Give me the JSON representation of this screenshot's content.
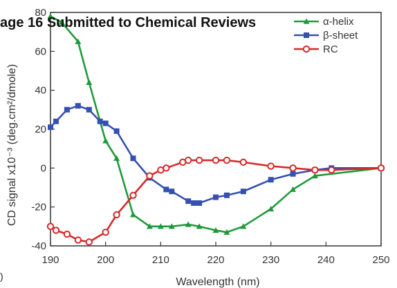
{
  "page_header": "age 16 Submitted to Chemical Reviews",
  "page_fragment": ")",
  "chart_data": {
    "type": "line",
    "xlabel": "Wavelength (nm)",
    "ylabel": "CD signal x10⁻³ (deg.cm²/dmole)",
    "xlim": [
      190,
      250
    ],
    "ylim": [
      -40,
      80
    ],
    "xticks": [
      190,
      200,
      210,
      220,
      230,
      240,
      250
    ],
    "yticks": [
      -40,
      -20,
      0,
      20,
      40,
      60,
      80
    ],
    "grid": false,
    "legend_position": "top-right",
    "series": [
      {
        "name": "α-helix",
        "color": "#1f9a3a",
        "marker": "triangle",
        "x": [
          190,
          192,
          195,
          197,
          200,
          202,
          205,
          208,
          210,
          212,
          215,
          217,
          220,
          222,
          225,
          230,
          234,
          238,
          250
        ],
        "y": [
          78,
          75,
          65,
          44,
          14,
          5,
          -24,
          -30,
          -30,
          -30,
          -29,
          -30,
          -32,
          -33,
          -30,
          -21,
          -11,
          -4,
          0
        ]
      },
      {
        "name": "β-sheet",
        "color": "#3550b0",
        "marker": "square",
        "x": [
          190,
          191,
          193,
          195,
          197,
          199,
          200,
          202,
          205,
          208,
          211,
          212,
          215,
          216,
          217,
          220,
          222,
          225,
          230,
          234,
          238,
          241,
          250
        ],
        "y": [
          21,
          24,
          30,
          32,
          30,
          24,
          23,
          19,
          5,
          -5,
          -11,
          -12,
          -17,
          -18,
          -18,
          -15,
          -14,
          -12,
          -6,
          -3,
          -1,
          0,
          0
        ]
      },
      {
        "name": "RC",
        "color": "#d8282a",
        "marker": "circle",
        "x": [
          190,
          191,
          193,
          195,
          197,
          200,
          202,
          205,
          208,
          210,
          211,
          214,
          215,
          217,
          220,
          222,
          225,
          230,
          234,
          238,
          241,
          250
        ],
        "y": [
          -30,
          -32,
          -34,
          -37,
          -38,
          -33,
          -24,
          -14,
          -4,
          -1,
          0,
          3,
          4,
          4,
          4,
          4,
          3,
          1,
          0,
          -1,
          -1,
          0
        ]
      }
    ]
  }
}
